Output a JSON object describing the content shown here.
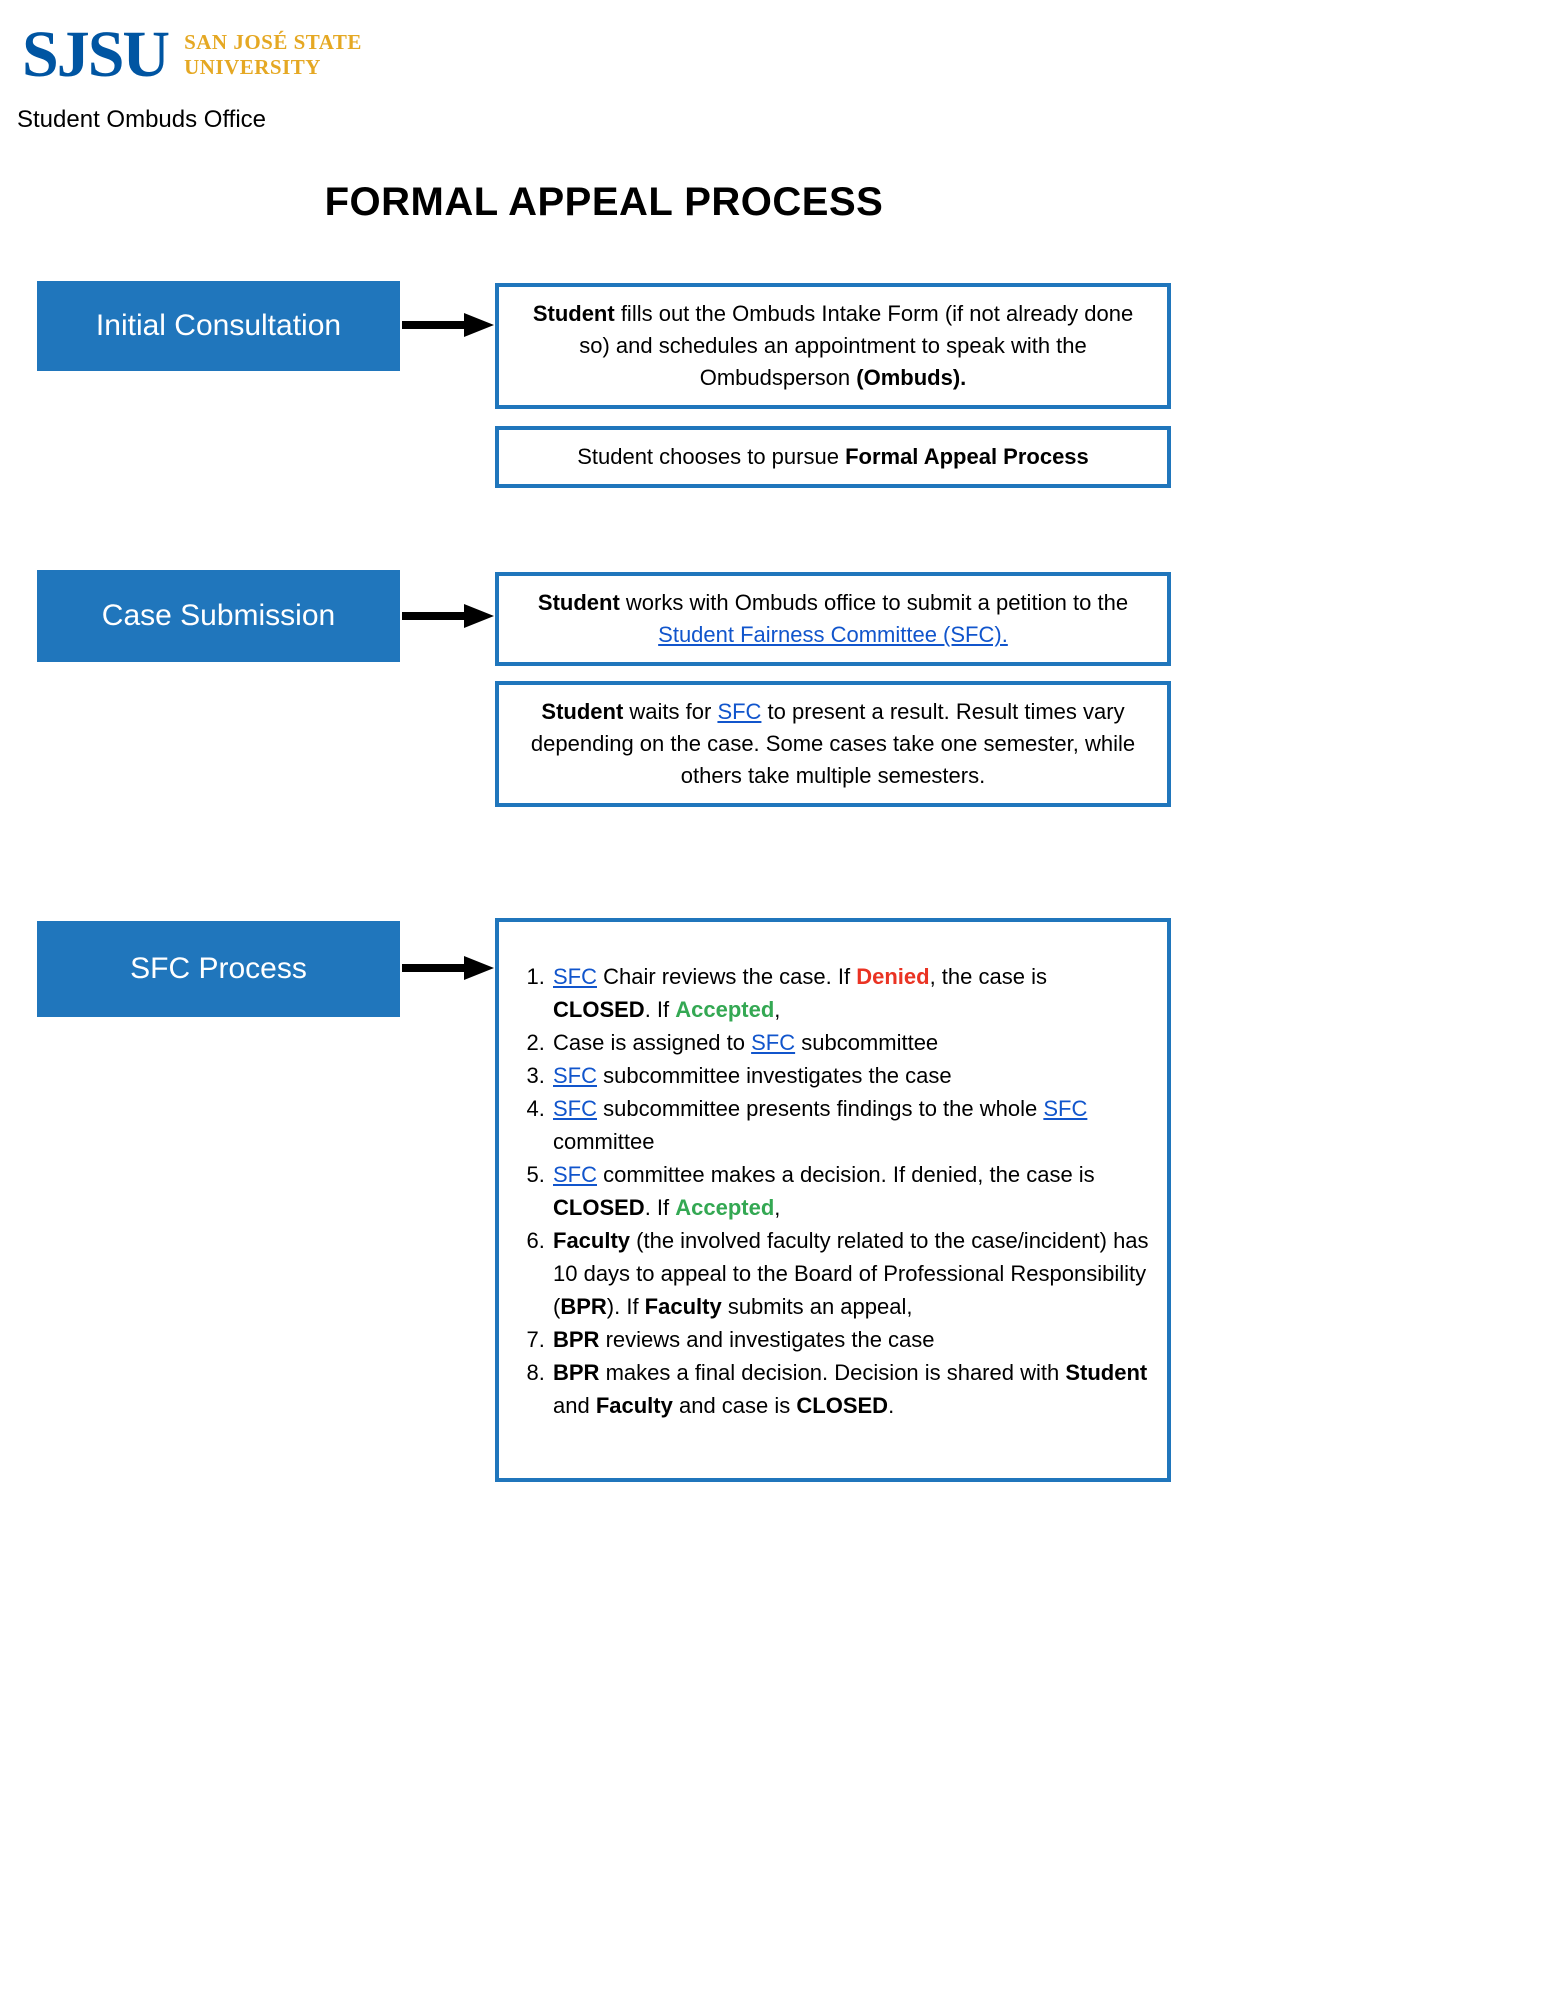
{
  "colors": {
    "stage-blue": "#2076BC",
    "border-blue": "#2076BC",
    "link-blue": "#1155CC",
    "denied-red": "#EA3323",
    "accepted-green": "#34A853",
    "sjsu-blue": "#0055A2",
    "sjsu-gold": "#E5A823"
  },
  "header": {
    "logo": {
      "acronym": "SJSU",
      "name_line1": "SAN JOSÉ STATE",
      "name_line2": "UNIVERSITY"
    },
    "office": "Student Ombuds Office",
    "title": "FORMAL APPEAL PROCESS"
  },
  "flow": [
    {
      "stage": "Initial Consultation",
      "boxes": [
        {
          "segments": [
            {
              "t": "Student",
              "s": "b"
            },
            {
              "t": " fills out the Ombuds Intake Form (if not already done so) and schedules an appointment to speak with the Ombudsperson "
            },
            {
              "t": "(Ombuds).",
              "s": "b"
            }
          ]
        },
        {
          "segments": [
            {
              "t": "Student chooses to pursue "
            },
            {
              "t": "Formal Appeal Process",
              "s": "b"
            }
          ]
        }
      ]
    },
    {
      "stage": "Case Submission",
      "boxes": [
        {
          "segments": [
            {
              "t": "Student",
              "s": "b"
            },
            {
              "t": " works with Ombuds office to submit a petition to the "
            },
            {
              "t": "Student Fairness Committee (SFC).",
              "s": "link"
            }
          ]
        },
        {
          "segments": [
            {
              "t": "Student",
              "s": "b"
            },
            {
              "t": " waits for "
            },
            {
              "t": "SFC",
              "s": "link"
            },
            {
              "t": " to present a result. Result times vary depending on the case. Some cases take one semester, while others take multiple semesters."
            }
          ]
        }
      ]
    },
    {
      "stage": "SFC Process",
      "list": [
        [
          {
            "t": "SFC",
            "s": "link"
          },
          {
            "t": " Chair reviews the case. If "
          },
          {
            "t": "Denied",
            "s": "red"
          },
          {
            "t": ", the case is "
          },
          {
            "t": "CLOSED",
            "s": "b"
          },
          {
            "t": ". If "
          },
          {
            "t": "Accepted",
            "s": "green"
          },
          {
            "t": ","
          }
        ],
        [
          {
            "t": "Case is assigned to "
          },
          {
            "t": "SFC",
            "s": "link"
          },
          {
            "t": " subcommittee"
          }
        ],
        [
          {
            "t": "SFC",
            "s": "link"
          },
          {
            "t": " subcommittee investigates the case"
          }
        ],
        [
          {
            "t": "SFC",
            "s": "link"
          },
          {
            "t": " subcommittee presents findings to the whole "
          },
          {
            "t": "SFC",
            "s": "link"
          },
          {
            "t": " committee"
          }
        ],
        [
          {
            "t": "SFC",
            "s": "link"
          },
          {
            "t": " committee makes a decision. If denied, the case is "
          },
          {
            "t": "CLOSED",
            "s": "b"
          },
          {
            "t": ". If "
          },
          {
            "t": "Accepted",
            "s": "green"
          },
          {
            "t": ","
          }
        ],
        [
          {
            "t": "Faculty",
            "s": "b"
          },
          {
            "t": " (the involved faculty related to the case/incident) has 10 days to appeal to the Board of Professional Responsibility ("
          },
          {
            "t": "BPR",
            "s": "b"
          },
          {
            "t": "). If "
          },
          {
            "t": "Faculty",
            "s": "b"
          },
          {
            "t": " submits an appeal,"
          }
        ],
        [
          {
            "t": "BPR",
            "s": "b"
          },
          {
            "t": " reviews and investigates the case"
          }
        ],
        [
          {
            "t": "BPR",
            "s": "b"
          },
          {
            "t": " makes a final decision. Decision is shared with "
          },
          {
            "t": "Student",
            "s": "b"
          },
          {
            "t": " and "
          },
          {
            "t": "Faculty",
            "s": "b"
          },
          {
            "t": " and case is "
          },
          {
            "t": "CLOSED",
            "s": "b"
          },
          {
            "t": "."
          }
        ]
      ]
    }
  ]
}
